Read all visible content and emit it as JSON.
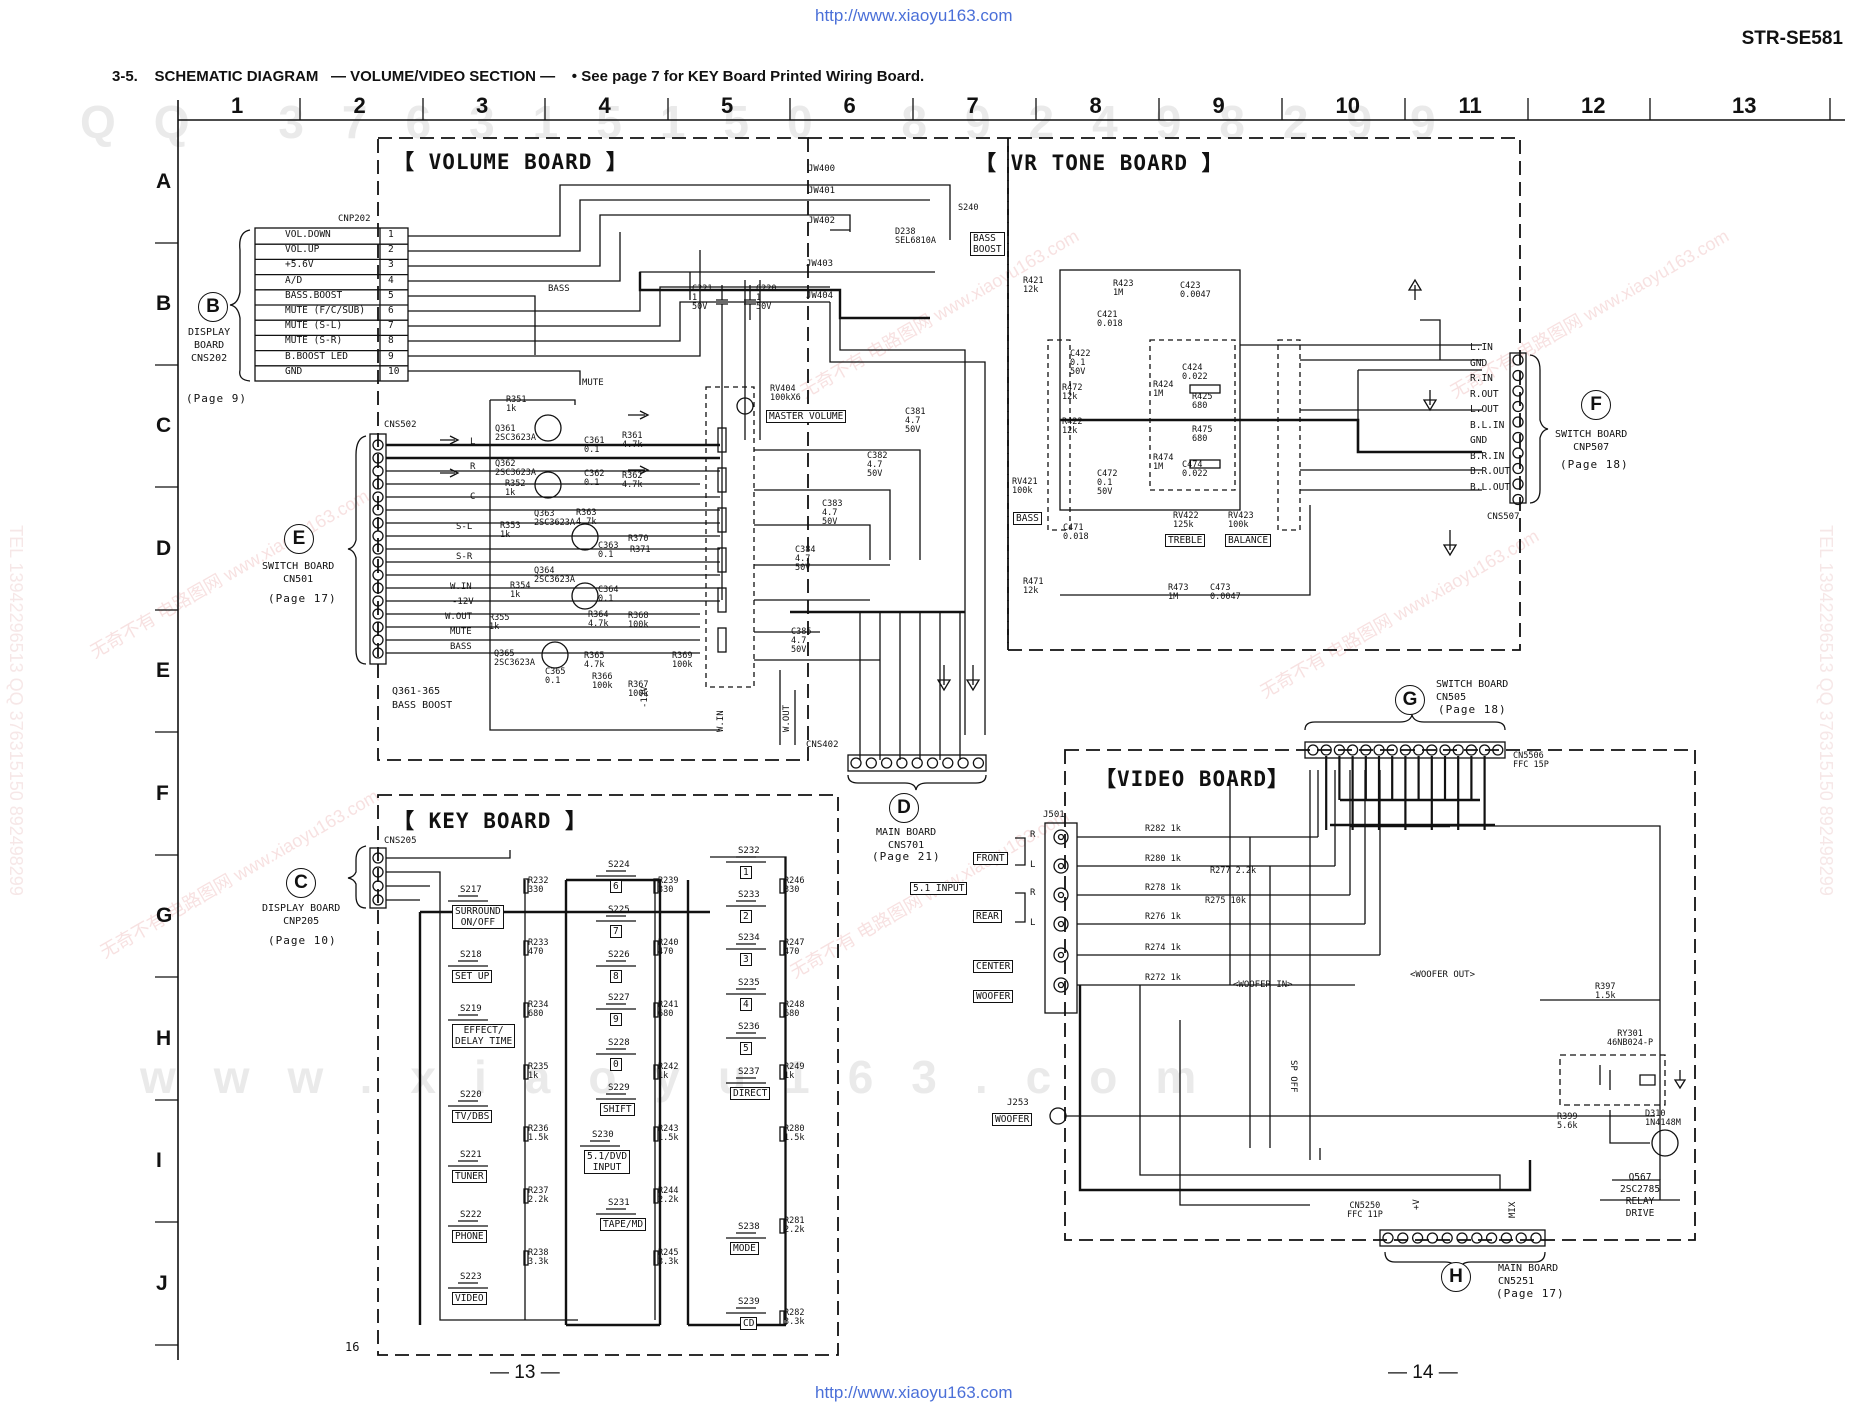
{
  "source_url_top": "http://www.xiaoyu163.com",
  "source_url_bottom": "http://www.xiaoyu163.com",
  "model": "STR-SE581",
  "heading": {
    "section": "3-5.",
    "title": "SCHEMATIC DIAGRAM",
    "subtitle": "— VOLUME/VIDEO SECTION —",
    "note": "• See page 7 for KEY Board Printed Wiring Board."
  },
  "columns": [
    "1",
    "2",
    "3",
    "4",
    "5",
    "6",
    "7",
    "8",
    "9",
    "10",
    "11",
    "12",
    "13"
  ],
  "rows": [
    "A",
    "B",
    "C",
    "D",
    "E",
    "F",
    "G",
    "H",
    "I",
    "J"
  ],
  "watermarks": {
    "background_top": "QQ 376315150 892498299",
    "background_bottom": "www.xiaoyu163.com",
    "diagonal": "无奇不有 电路图网 www.xiaoyu163.com",
    "side_left": "TEL 13942296513 QQ 376315150 892498299",
    "side_right": "TEL 13942296513 QQ 376315150 892498299"
  },
  "boards": {
    "volume": "【 VOLUME BOARD 】",
    "vr_tone": "【 VR TONE BOARD 】",
    "key": "【 KEY BOARD 】",
    "video": "【VIDEO BOARD】"
  },
  "connectors": {
    "B": {
      "letter": "B",
      "name": "DISPLAY\nBOARD\nCNS202",
      "page": "(Page 9)"
    },
    "C": {
      "letter": "C",
      "name": "DISPLAY BOARD\nCNP205",
      "page": "(Page 10)"
    },
    "D": {
      "letter": "D",
      "name": "MAIN BOARD\nCNS701",
      "page": "(Page 21)"
    },
    "E": {
      "letter": "E",
      "name": "SWITCH BOARD\nCN501",
      "page": "(Page 17)"
    },
    "F": {
      "letter": "F",
      "name": "SWITCH BOARD\nCNP507",
      "page": "(Page 18)"
    },
    "G": {
      "letter": "G",
      "name": "SWITCH BOARD\nCN505",
      "page": "(Page 18)"
    },
    "H": {
      "letter": "H",
      "name": "MAIN BOARD\nCN5251",
      "page": "(Page 17)"
    }
  },
  "cnp202": {
    "ref": "CNP202",
    "pins": [
      {
        "name": "VOL.DOWN",
        "num": "1"
      },
      {
        "name": "VOL.UP",
        "num": "2"
      },
      {
        "name": "+5.6V",
        "num": "3"
      },
      {
        "name": "A/D",
        "num": "4"
      },
      {
        "name": "BASS.BOOST",
        "num": "5"
      },
      {
        "name": "MUTE (F/C/SUB)",
        "num": "6"
      },
      {
        "name": "MUTE (S-L)",
        "num": "7"
      },
      {
        "name": "MUTE (S-R)",
        "num": "8"
      },
      {
        "name": "B.BOOST LED",
        "num": "9"
      },
      {
        "name": "GND",
        "num": "10"
      }
    ]
  },
  "cns502_labels": [
    "L",
    "R",
    "C",
    "S-L",
    "S-R",
    "W.IN",
    "-12V",
    "W.OUT",
    "MUTE",
    "BASS"
  ],
  "cns502_ref": "CNS502",
  "cns402_ref": "CNS402",
  "cns205_ref": "CNS205",
  "jumpers": [
    "JW400",
    "JW401",
    "JW402",
    "JW403",
    "JW404"
  ],
  "volume_parts": [
    "R351 1k",
    "Q361 2SC3623A",
    "Q362 2SC3623A",
    "R352 1k",
    "Q363 2SC3623A",
    "R353 1k",
    "Q364 2SC3623A",
    "R354 1k",
    "Q365 2SC3623A",
    "R355 1k",
    "R361 4.7k",
    "R362 4.7k",
    "R363 4.7k",
    "R364 4.7k",
    "R365 4.7k",
    "R366 100k",
    "R367 100k",
    "R368 100k",
    "R369 100k",
    "R370",
    "R371",
    "C361 0.1",
    "C362 0.1",
    "C363 0.1",
    "C364 0.1",
    "C365 0.1",
    "C221 1 50V",
    "C220 1 50V",
    "D238 SEL6810A",
    "S240",
    "RV404 100kX6",
    "C381 4.7 50V",
    "C382 4.7 50V",
    "C383 4.7 50V",
    "C384 4.7 50V",
    "C385 4.7 50V"
  ],
  "volume_labels": {
    "bass": "BASS",
    "mute": "MUTE",
    "bass_boost": "BASS\nBOOST",
    "master_volume": "MASTER VOLUME",
    "q_note": "Q361-365\nBASS BOOST",
    "m12v": "-12V",
    "w_in": "W.IN",
    "w_out": "W.OUT"
  },
  "vr_parts": [
    "R421 12k",
    "R423 1M",
    "C423 0.0047",
    "C421 0.018",
    "C422 0.1 50V",
    "R424 1M",
    "C424 0.022",
    "R425 680",
    "R472 12k",
    "R422 12k",
    "R475 680",
    "R474 1M",
    "C474 0.022",
    "RV421 100k",
    "C472 0.1 50V",
    "C471 0.018",
    "RV422 125k",
    "RV423 100k",
    "R471 12k",
    "R473 1M",
    "C473 0.0047"
  ],
  "vr_labels": {
    "bass": "BASS",
    "treble": "TREBLE",
    "balance": "BALANCE",
    "cns507": "CNS507"
  },
  "cns507_pins": [
    "L.IN",
    "GND",
    "R.IN",
    "R.OUT",
    "L.OUT",
    "B.L.IN",
    "GND",
    "B.R.IN",
    "B.R.OUT",
    "B.L.OUT"
  ],
  "key_switches": [
    {
      "ref": "S217",
      "label": "SURROUND\nON/OFF"
    },
    {
      "ref": "S218",
      "label": "SET UP"
    },
    {
      "ref": "S219",
      "label": "EFFECT/\nDELAY TIME"
    },
    {
      "ref": "S220",
      "label": "TV/DBS"
    },
    {
      "ref": "S221",
      "label": "TUNER"
    },
    {
      "ref": "S222",
      "label": "PHONE"
    },
    {
      "ref": "S223",
      "label": "VIDEO"
    },
    {
      "ref": "S224",
      "label": "6"
    },
    {
      "ref": "S225",
      "label": "7"
    },
    {
      "ref": "S226",
      "label": "8"
    },
    {
      "ref": "S227",
      "label": "9"
    },
    {
      "ref": "S228",
      "label": "0"
    },
    {
      "ref": "S229",
      "label": "SHIFT"
    },
    {
      "ref": "S230",
      "label": "5.1/DVD\nINPUT"
    },
    {
      "ref": "S231",
      "label": "TAPE/MD"
    },
    {
      "ref": "S232",
      "label": "1"
    },
    {
      "ref": "S233",
      "label": "2"
    },
    {
      "ref": "S234",
      "label": "3"
    },
    {
      "ref": "S235",
      "label": "4"
    },
    {
      "ref": "S236",
      "label": "5"
    },
    {
      "ref": "S237",
      "label": "DIRECT"
    },
    {
      "ref": "S238",
      "label": "MODE"
    },
    {
      "ref": "S239",
      "label": "CD"
    }
  ],
  "key_resistors": [
    "R232 330",
    "R233 470",
    "R234 680",
    "R235 1k",
    "R236 1.5k",
    "R237 2.2k",
    "R238 3.3k",
    "R239 330",
    "R240 470",
    "R241 680",
    "R242 1k",
    "R243 1.5k",
    "R244 2.2k",
    "R245 3.3k",
    "R246 330",
    "R247 470",
    "R248 680",
    "R249 1k",
    "R280 1.5k",
    "R281 2.2k",
    "R282 3.3k"
  ],
  "video": {
    "j501": "J501",
    "jacks": [
      "FRONT",
      "REAR",
      "CENTER",
      "WOOFER"
    ],
    "rl": [
      "R",
      "L",
      "R",
      "L"
    ],
    "resistors": [
      "R282 1k",
      "R280 1k",
      "R278 1k",
      "R276 1k",
      "R274 1k",
      "R272 1k",
      "R277 2.2k",
      "R275 10k",
      "R397 1.5k",
      "R399 5.6k"
    ],
    "woofer_in": "WOOFER IN",
    "woofer_out": "WOOFER OUT",
    "sp_off": "SP OFF",
    "j253": "J253",
    "woofer_jack": "WOOFER",
    "relay": "RY301\n46NB024-P",
    "diode": "D310\n1N4148M",
    "q567": "Q567\n2SC2785\nRELAY\nDRIVE",
    "cn5506": "CN5506\nFFC 15P",
    "cn5250": "CN5250\nFFC 11P",
    "plus_v": "+V",
    "mix": "MIX"
  },
  "input_51": "5.1 INPUT",
  "page_left": "— 13 —",
  "page_right": "— 14 —",
  "corner_num": "16"
}
